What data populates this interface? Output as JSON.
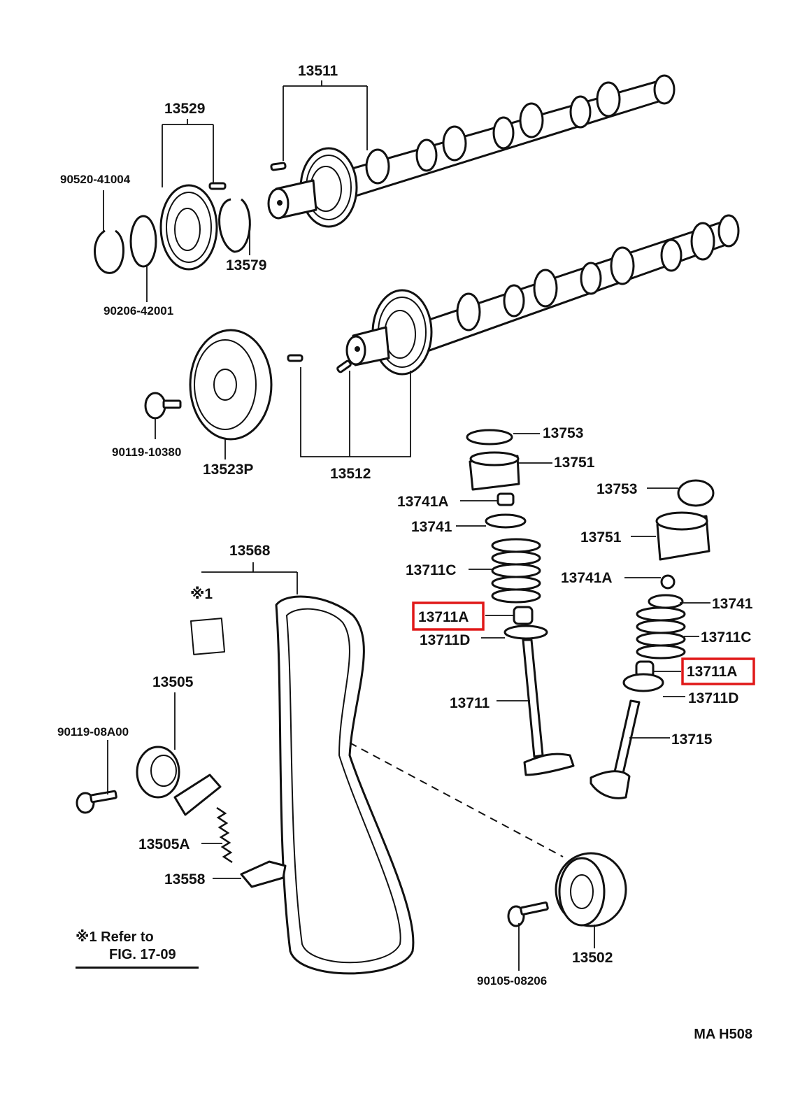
{
  "labels": {
    "p13511": "13511",
    "p13529": "13529",
    "p90520": "90520-41004",
    "p13579": "13579",
    "p90206": "90206-42001",
    "p90119_10380": "90119-10380",
    "p13523p": "13523P",
    "p13512": "13512",
    "p13753_a": "13753",
    "p13751_a": "13751",
    "p13741a_a": "13741A",
    "p13741_a": "13741",
    "p13711c_a": "13711C",
    "p13711a_a": "13711A",
    "p13711d_a": "13711D",
    "p13711": "13711",
    "p13753_b": "13753",
    "p13751_b": "13751",
    "p13741a_b": "13741A",
    "p13741_b": "13741",
    "p13711c_b": "13711C",
    "p13711a_b": "13711A",
    "p13711d_b": "13711D",
    "p13715": "13715",
    "p13568": "13568",
    "ref_mark": "※1",
    "p13505": "13505",
    "p90119_08a00": "90119-08A00",
    "p13505a": "13505A",
    "p13558": "13558",
    "p13502": "13502",
    "p90105": "90105-08206"
  },
  "note": {
    "line1": "※1 Refer to",
    "line2": "FIG. 17-09"
  },
  "figure_code": "MA  H508",
  "highlight_color": "#e01818"
}
